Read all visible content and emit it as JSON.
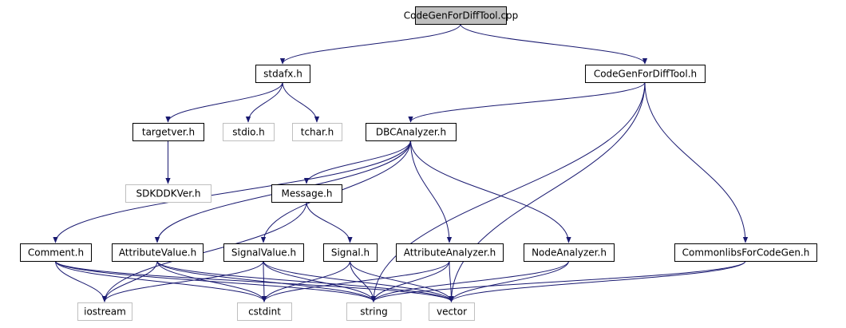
{
  "colors": {
    "edge": "#191970",
    "node_border": "#000000",
    "external_border": "#bfbfbf",
    "root_fill": "#bfbfbf",
    "text": "#000000",
    "external_text": "#000000",
    "background": "#ffffff"
  },
  "nodes": [
    {
      "id": "root",
      "label": "CodeGenForDiffTool.cpp",
      "kind": "root"
    },
    {
      "id": "stdafx",
      "label": "stdafx.h",
      "kind": "local"
    },
    {
      "id": "cgfdt_h",
      "label": "CodeGenForDiffTool.h",
      "kind": "local"
    },
    {
      "id": "targetver",
      "label": "targetver.h",
      "kind": "local"
    },
    {
      "id": "stdio",
      "label": "stdio.h",
      "kind": "external"
    },
    {
      "id": "tchar",
      "label": "tchar.h",
      "kind": "external"
    },
    {
      "id": "sdkddkver",
      "label": "SDKDDKVer.h",
      "kind": "external"
    },
    {
      "id": "dbcanalyzer",
      "label": "DBCAnalyzer.h",
      "kind": "local"
    },
    {
      "id": "message",
      "label": "Message.h",
      "kind": "local"
    },
    {
      "id": "comment",
      "label": "Comment.h",
      "kind": "local"
    },
    {
      "id": "attributevalue",
      "label": "AttributeValue.h",
      "kind": "local"
    },
    {
      "id": "signalvalue",
      "label": "SignalValue.h",
      "kind": "local"
    },
    {
      "id": "signal",
      "label": "Signal.h",
      "kind": "local"
    },
    {
      "id": "attributeanalyzer",
      "label": "AttributeAnalyzer.h",
      "kind": "local"
    },
    {
      "id": "nodeanalyzer",
      "label": "NodeAnalyzer.h",
      "kind": "local"
    },
    {
      "id": "commonlibs",
      "label": "CommonlibsForCodeGen.h",
      "kind": "local"
    },
    {
      "id": "iostream",
      "label": "iostream",
      "kind": "external"
    },
    {
      "id": "cstdint",
      "label": "cstdint",
      "kind": "external"
    },
    {
      "id": "string",
      "label": "string",
      "kind": "external"
    },
    {
      "id": "vector",
      "label": "vector",
      "kind": "external"
    }
  ],
  "edges": [
    [
      "root",
      "stdafx"
    ],
    [
      "root",
      "cgfdt_h"
    ],
    [
      "stdafx",
      "targetver"
    ],
    [
      "stdafx",
      "stdio"
    ],
    [
      "stdafx",
      "tchar"
    ],
    [
      "targetver",
      "sdkddkver"
    ],
    [
      "cgfdt_h",
      "dbcanalyzer"
    ],
    [
      "cgfdt_h",
      "commonlibs"
    ],
    [
      "cgfdt_h",
      "string"
    ],
    [
      "cgfdt_h",
      "vector"
    ],
    [
      "dbcanalyzer",
      "message"
    ],
    [
      "dbcanalyzer",
      "comment"
    ],
    [
      "dbcanalyzer",
      "attributevalue"
    ],
    [
      "dbcanalyzer",
      "signalvalue"
    ],
    [
      "dbcanalyzer",
      "attributeanalyzer"
    ],
    [
      "dbcanalyzer",
      "nodeanalyzer"
    ],
    [
      "message",
      "iostream"
    ],
    [
      "message",
      "signal"
    ],
    [
      "comment",
      "iostream"
    ],
    [
      "comment",
      "cstdint"
    ],
    [
      "comment",
      "string"
    ],
    [
      "comment",
      "vector"
    ],
    [
      "attributevalue",
      "iostream"
    ],
    [
      "attributevalue",
      "cstdint"
    ],
    [
      "attributevalue",
      "string"
    ],
    [
      "attributevalue",
      "vector"
    ],
    [
      "signalvalue",
      "iostream"
    ],
    [
      "signalvalue",
      "cstdint"
    ],
    [
      "signalvalue",
      "string"
    ],
    [
      "signalvalue",
      "vector"
    ],
    [
      "signal",
      "cstdint"
    ],
    [
      "signal",
      "string"
    ],
    [
      "signal",
      "vector"
    ],
    [
      "attributeanalyzer",
      "cstdint"
    ],
    [
      "attributeanalyzer",
      "string"
    ],
    [
      "attributeanalyzer",
      "vector"
    ],
    [
      "nodeanalyzer",
      "string"
    ],
    [
      "nodeanalyzer",
      "vector"
    ],
    [
      "commonlibs",
      "string"
    ],
    [
      "commonlibs",
      "vector"
    ]
  ]
}
